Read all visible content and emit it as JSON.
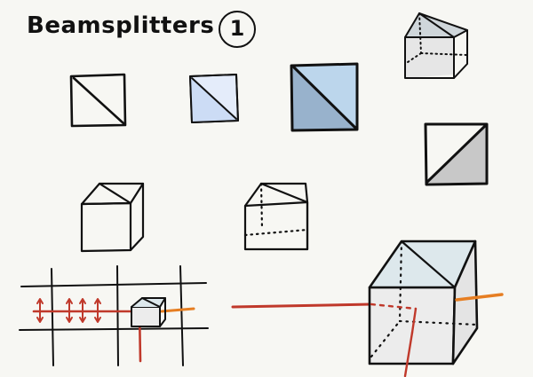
{
  "sheet": {
    "title": "Beamsplitters",
    "number": "1"
  },
  "colors": {
    "paper": "#f7f7f3",
    "ink": "#111111",
    "glass_light": "#e4ecfa",
    "glass_medium": "#bcd6ec",
    "glass_dark": "#98b2cc",
    "prism_gray": "#c8c8c8",
    "cube_face": "#ececec",
    "cube_top": "#dde8ec",
    "input_beam": "#c0392b",
    "transmitted_beam": "#e67e22"
  },
  "icons": [
    "sketch-beamsplitter-cube",
    "polarization-arrows",
    "laser-beam"
  ]
}
